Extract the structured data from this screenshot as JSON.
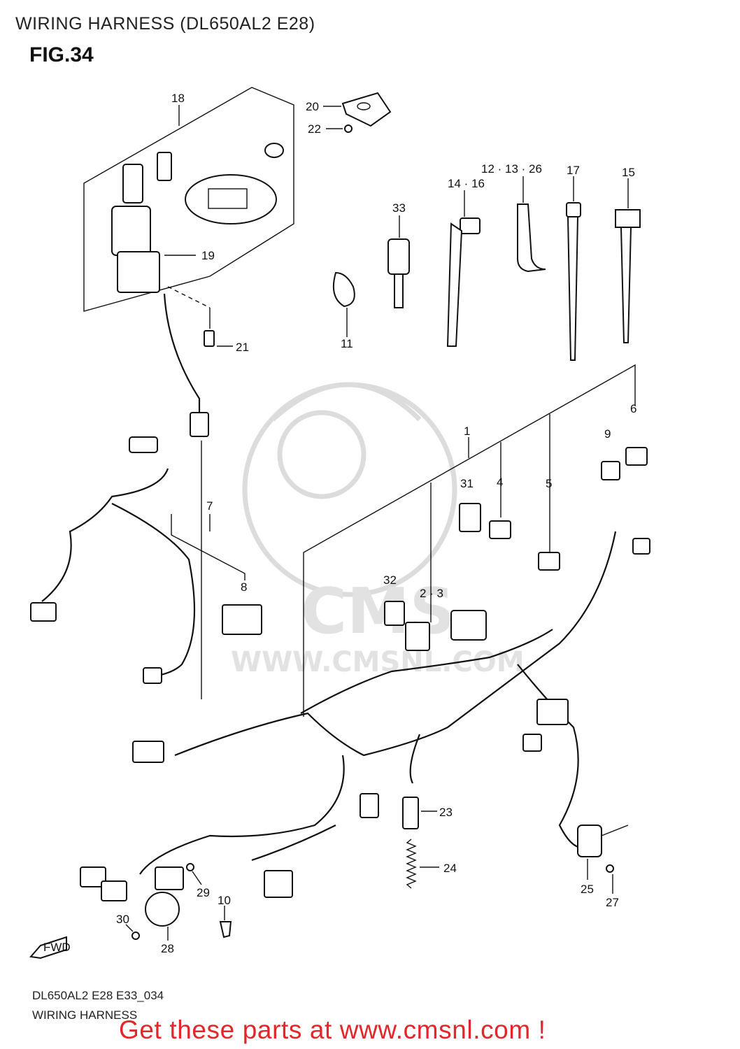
{
  "header": {
    "title": "WIRING HARNESS (DL650AL2 E28)",
    "fig": "FIG.34"
  },
  "watermark": {
    "logo": "CMS",
    "url": "WWW.CMSNL.COM"
  },
  "callouts": {
    "c1": "1",
    "c23": "2 · 3",
    "c4": "4",
    "c5": "5",
    "c6": "6",
    "c7": "7",
    "c8": "8",
    "c9": "9",
    "c10": "10",
    "c11": "11",
    "c12": "12 · 13 · 26",
    "c14": "14 · 16",
    "c15": "15",
    "c17": "17",
    "c18": "18",
    "c19": "19",
    "c20": "20",
    "c21": "21",
    "c22": "22",
    "c23b": "23",
    "c24": "24",
    "c25": "25",
    "c27": "27",
    "c28": "28",
    "c29": "29",
    "c30": "30",
    "c31": "31",
    "c32": "32",
    "c33": "33"
  },
  "fwd_label": "FWD",
  "footer": {
    "code": "DL650AL2 E28 E33_034",
    "caption": "WIRING HARNESS"
  },
  "promo": "Get these parts at www.cmsnl.com !",
  "colors": {
    "promo": "#e3262a",
    "watermark": "#dcdcdc"
  }
}
